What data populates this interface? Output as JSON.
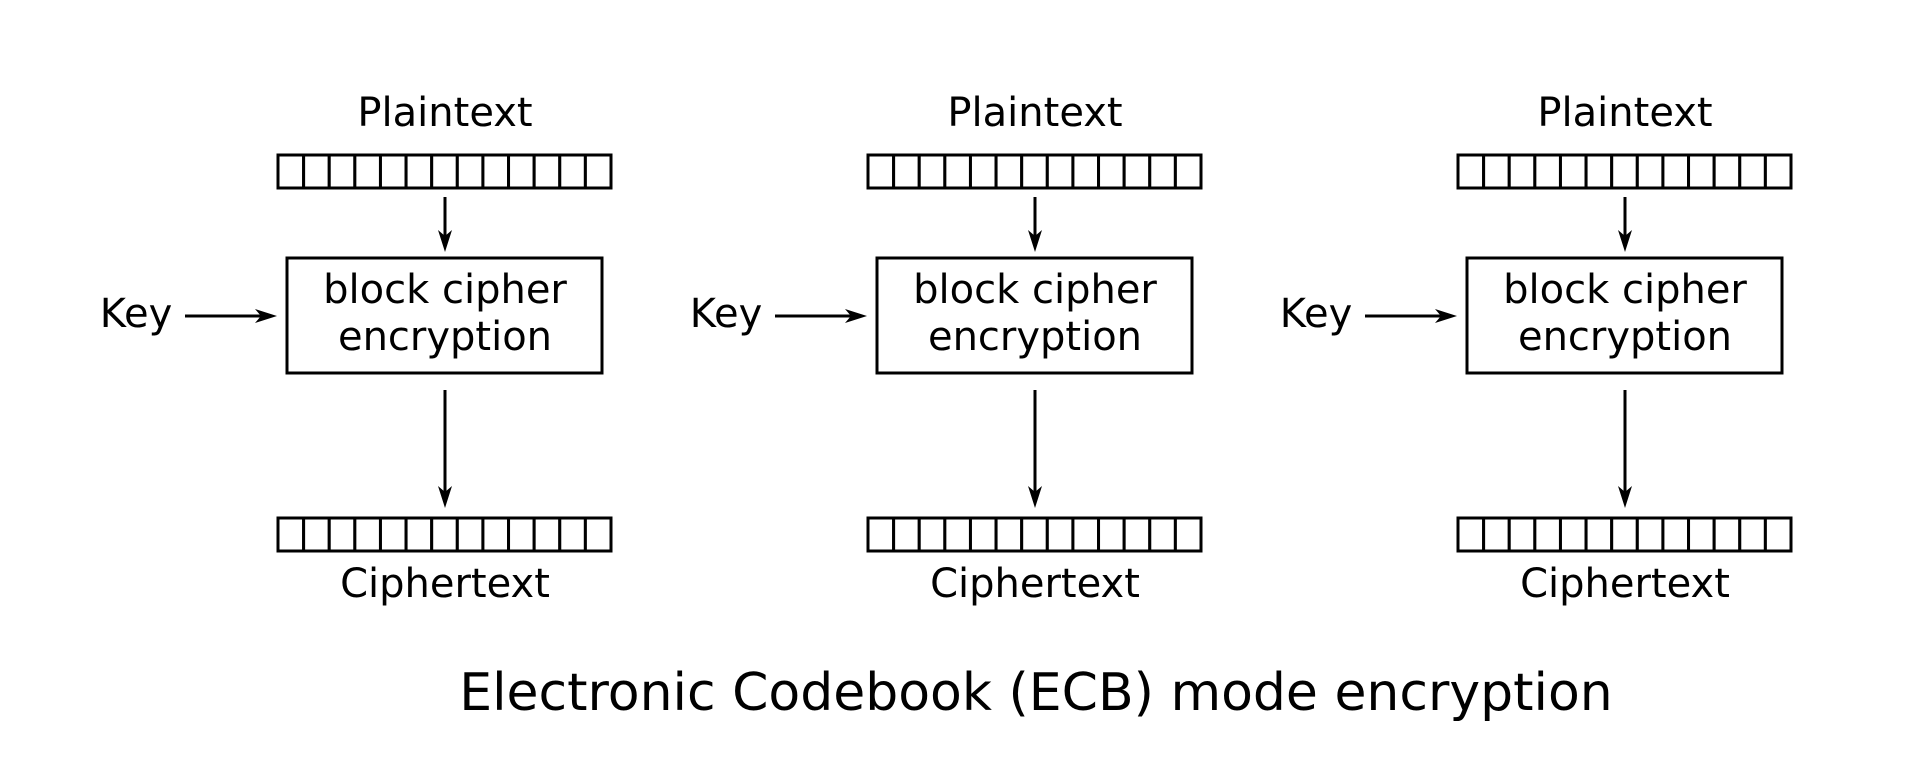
{
  "title": "Electronic Codebook (ECB) mode encryption",
  "blocks_per_stage": 3,
  "cells_per_block": 13,
  "stage": {
    "plaintext_label": "Plaintext",
    "key_label": "Key",
    "cipher_line1": "block cipher",
    "cipher_line2": "encryption",
    "ciphertext_label": "Ciphertext"
  },
  "colors": {
    "stroke": "#000000",
    "background": "#ffffff"
  }
}
